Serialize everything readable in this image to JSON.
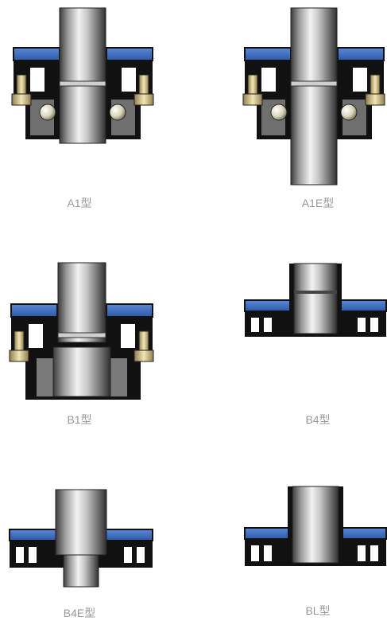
{
  "labels": {
    "a1": "A1型",
    "a1e": "A1E型",
    "b1": "B1型",
    "b4": "B4型",
    "b4e": "B4E型",
    "bl": "BL型"
  },
  "colors": {
    "plate_blue": "#3f6fc0",
    "housing_black": "#111111",
    "gray_fill": "#6f6f6f",
    "pin_tan": "#d7c48a",
    "label_gray": "#9a9a9a"
  }
}
